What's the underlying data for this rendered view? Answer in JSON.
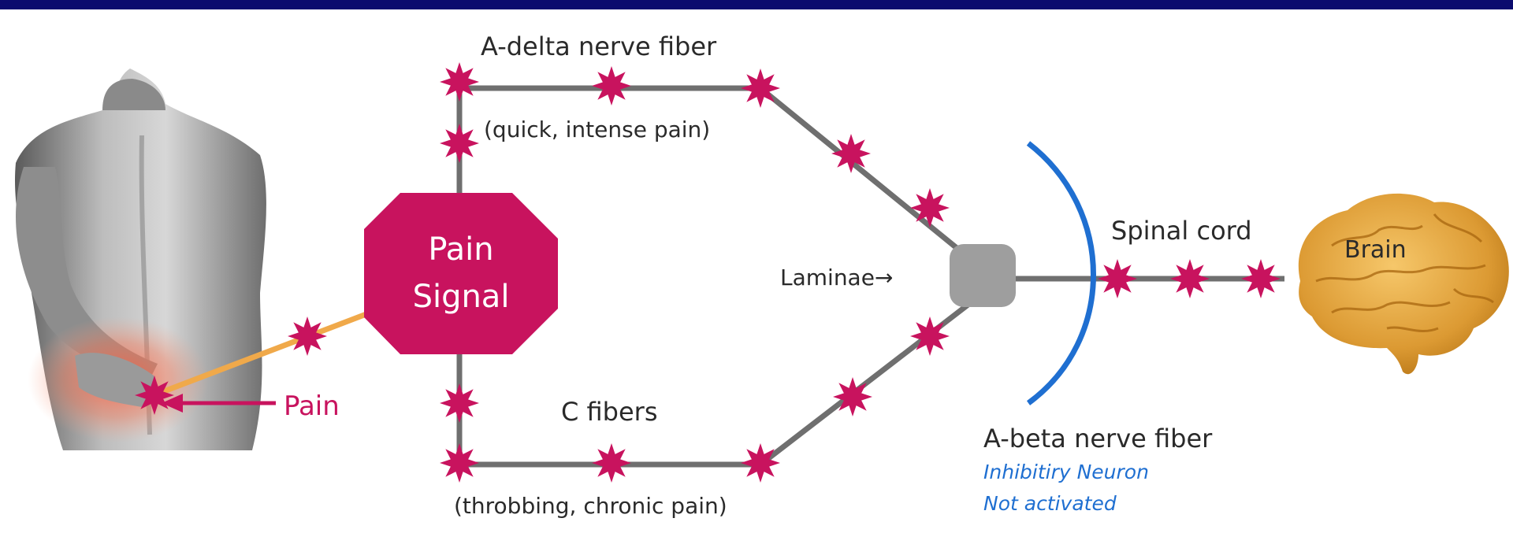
{
  "labels": {
    "a_delta": "A-delta nerve fiber",
    "a_delta_desc": "(quick, intense pain)",
    "pain_signal_line1": "Pain",
    "pain_signal_line2": "Signal",
    "laminae": "Laminae→",
    "spinal_cord": "Spinal cord",
    "brain": "Brain",
    "pain": "Pain",
    "c_fibers": "C fibers",
    "c_fibers_desc": "(throbbing, chronic pain)",
    "a_beta": "A-beta nerve fiber",
    "inhibitory_line1": "Inhibitiry Neuron",
    "inhibitory_line2": "Not activated"
  },
  "colors": {
    "frame": "#0b0b6e",
    "magenta": "#c8135e",
    "fiber_gray": "#6f6f6f",
    "laminae_box": "#9e9e9e",
    "inhibitory_blue": "#1f6fd1",
    "pain_line": "#f0a94a",
    "brain_fill": "#e0a33a"
  },
  "icons": {
    "signal_marker": "magenta-starburst-icon",
    "person": "back-pain-figure",
    "brain": "brain-icon"
  }
}
